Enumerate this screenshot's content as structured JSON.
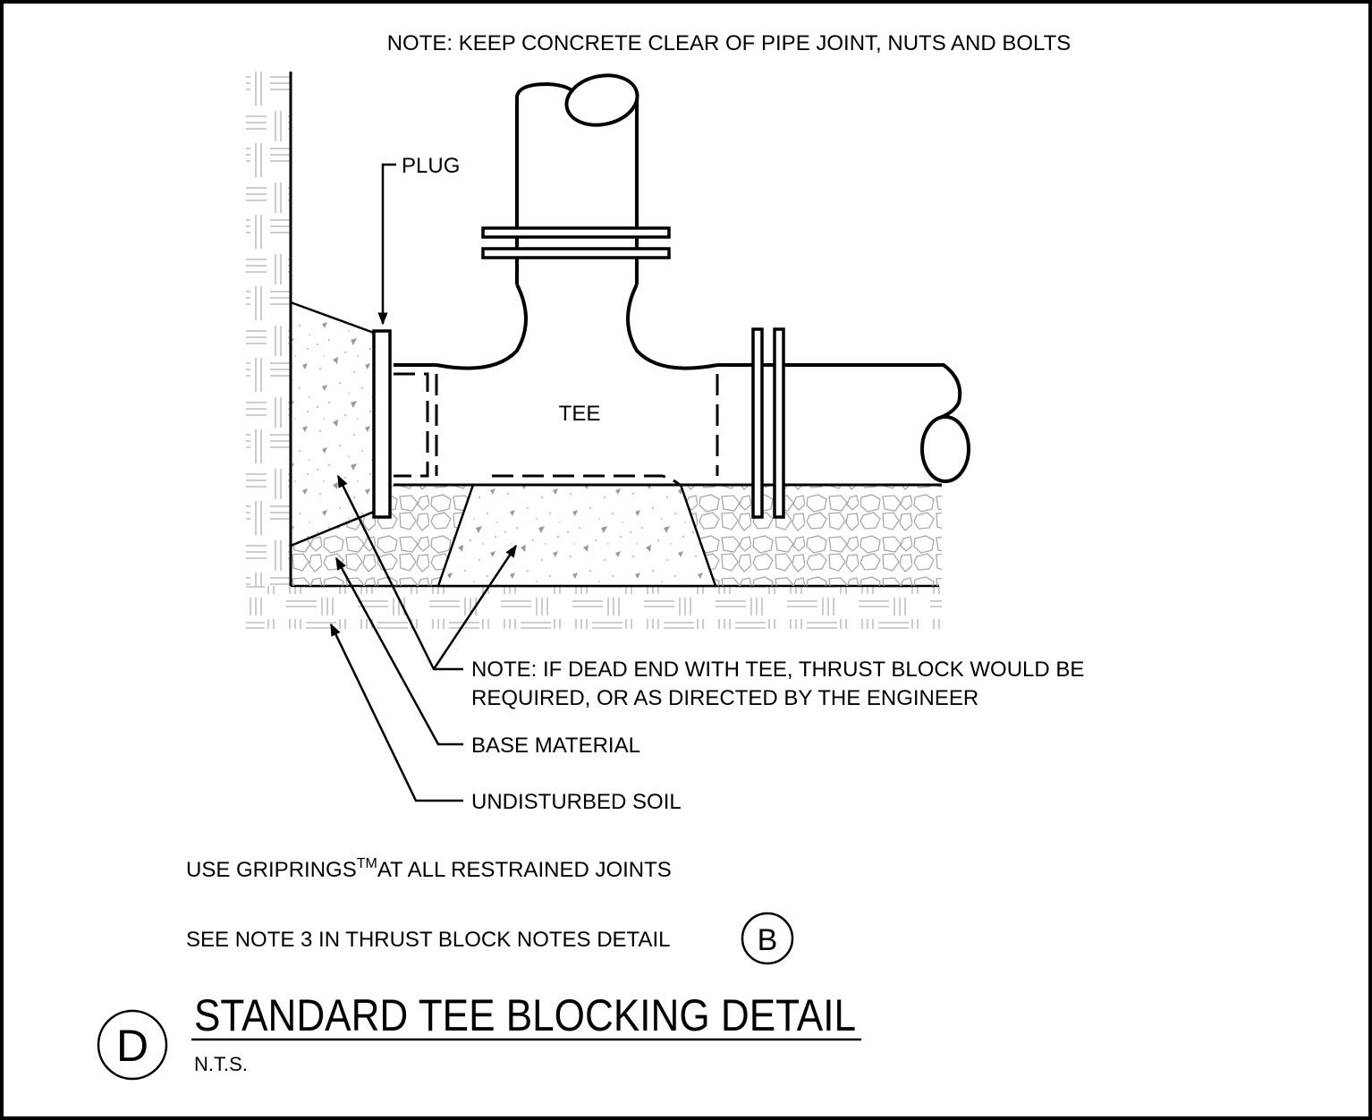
{
  "notes": {
    "top": "NOTE: KEEP CONCRETE CLEAR OF PIPE JOINT, NUTS AND BOLTS",
    "dead_end_line1": "NOTE: IF DEAD END WITH TEE, THRUST BLOCK WOULD BE",
    "dead_end_line2": "REQUIRED, OR AS DIRECTED BY THE ENGINEER",
    "griprings_prefix": "USE GRIPRINGS",
    "griprings_tm": "TM",
    "griprings_suffix": "AT ALL RESTRAINED JOINTS",
    "see_note": "SEE NOTE 3 IN THRUST BLOCK NOTES DETAIL"
  },
  "labels": {
    "plug": "PLUG",
    "tee": "TEE",
    "base_material": "BASE MATERIAL",
    "undisturbed_soil": "UNDISTURBED SOIL"
  },
  "detail": {
    "title": "STANDARD TEE BLOCKING DETAIL",
    "scale": "N.T.S.",
    "marker": "D",
    "reference_marker": "B"
  },
  "colors": {
    "linework": "#000000",
    "hatch": "#b0b0b0",
    "background": "#ffffff"
  }
}
